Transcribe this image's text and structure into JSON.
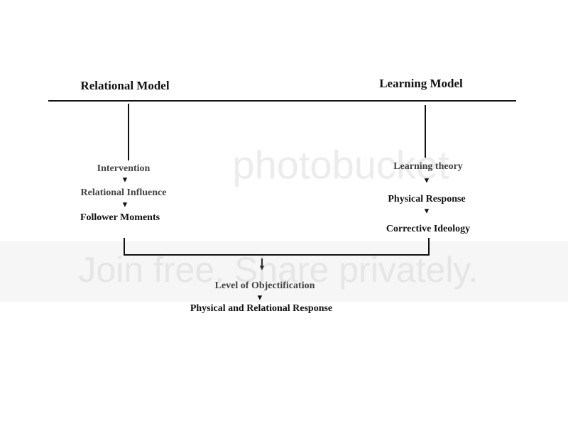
{
  "watermark": {
    "brand": "photobucket",
    "slogan": "Join free. Share privately."
  },
  "headers": {
    "left": "Relational Model",
    "right": "Learning Model"
  },
  "relational_steps": [
    "Intervention",
    "Relational Influence",
    "Follower Moments"
  ],
  "learning_steps": [
    "Learning theory",
    "Physical Response",
    "Corrective Ideology"
  ],
  "outcome_steps": [
    "Level of Objectification",
    "Physical and Relational Response"
  ],
  "arrow_glyph": "▼"
}
